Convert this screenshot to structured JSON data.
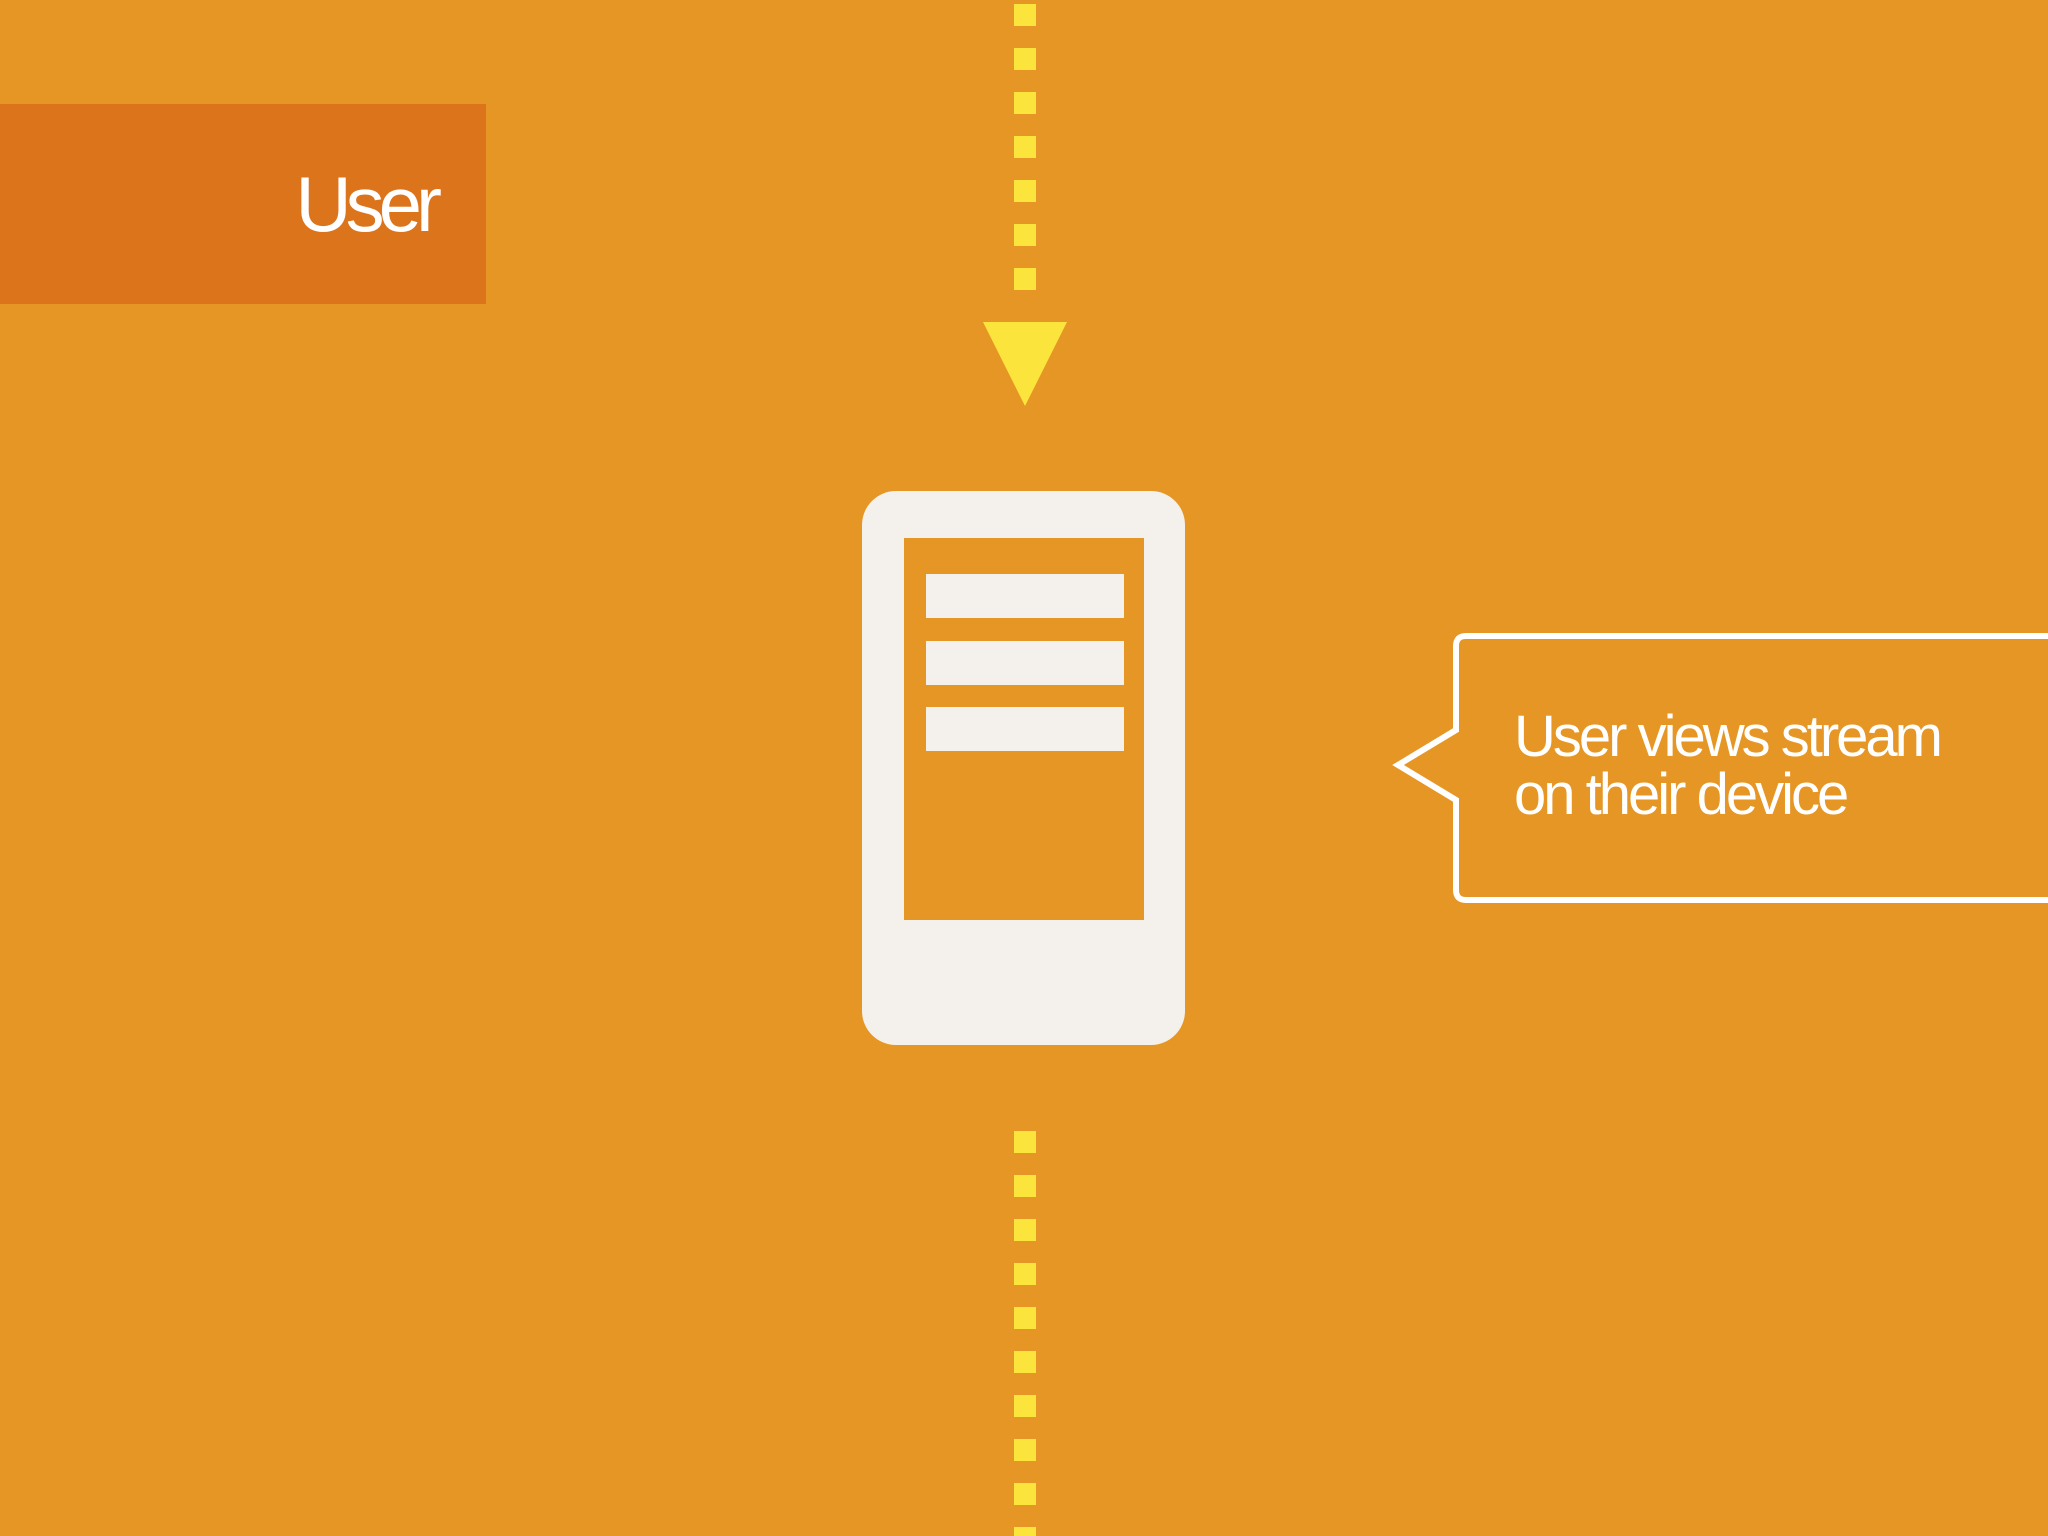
{
  "colors": {
    "background": "#E69624",
    "user_tag": "#DC741B",
    "flow_arrow": "#FBE43C",
    "device": "#F4F1EC",
    "text": "#FFFFFF"
  },
  "user_tag": {
    "label": "User"
  },
  "device": {
    "icon": "smartphone-icon",
    "screen_lines": 3
  },
  "flow": {
    "incoming_arrow": "arrow-down-icon"
  },
  "callout": {
    "lines": [
      "User views stream",
      "on their device"
    ]
  }
}
